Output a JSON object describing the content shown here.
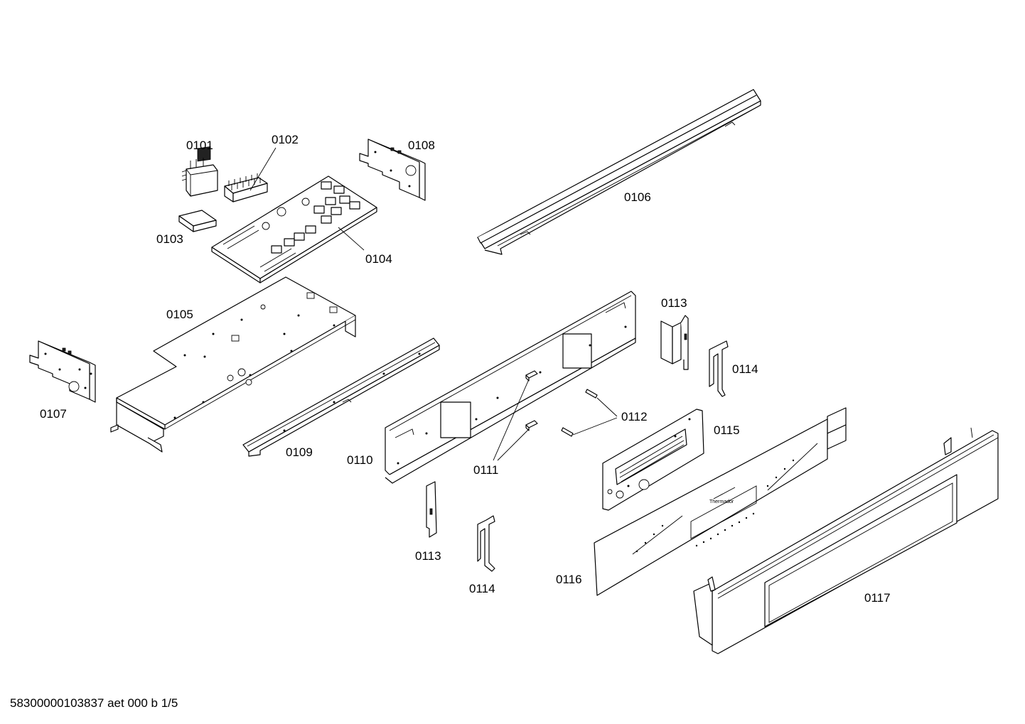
{
  "document_code": "58300000103837 aet 000 b 1/5",
  "parts": [
    {
      "id": "0101",
      "label": "0101"
    },
    {
      "id": "0102",
      "label": "0102"
    },
    {
      "id": "0103",
      "label": "0103"
    },
    {
      "id": "0104",
      "label": "0104"
    },
    {
      "id": "0105",
      "label": "0105"
    },
    {
      "id": "0106",
      "label": "0106"
    },
    {
      "id": "0107",
      "label": "0107"
    },
    {
      "id": "0108",
      "label": "0108"
    },
    {
      "id": "0109",
      "label": "0109"
    },
    {
      "id": "0110",
      "label": "0110"
    },
    {
      "id": "0111",
      "label": "0111"
    },
    {
      "id": "0112",
      "label": "0112"
    },
    {
      "id": "0113a",
      "label": "0113"
    },
    {
      "id": "0113b",
      "label": "0113"
    },
    {
      "id": "0114a",
      "label": "0114"
    },
    {
      "id": "0114b",
      "label": "0114"
    },
    {
      "id": "0115",
      "label": "0115"
    },
    {
      "id": "0116",
      "label": "0116"
    },
    {
      "id": "0117",
      "label": "0117"
    }
  ],
  "panel_branding": "Thermador"
}
